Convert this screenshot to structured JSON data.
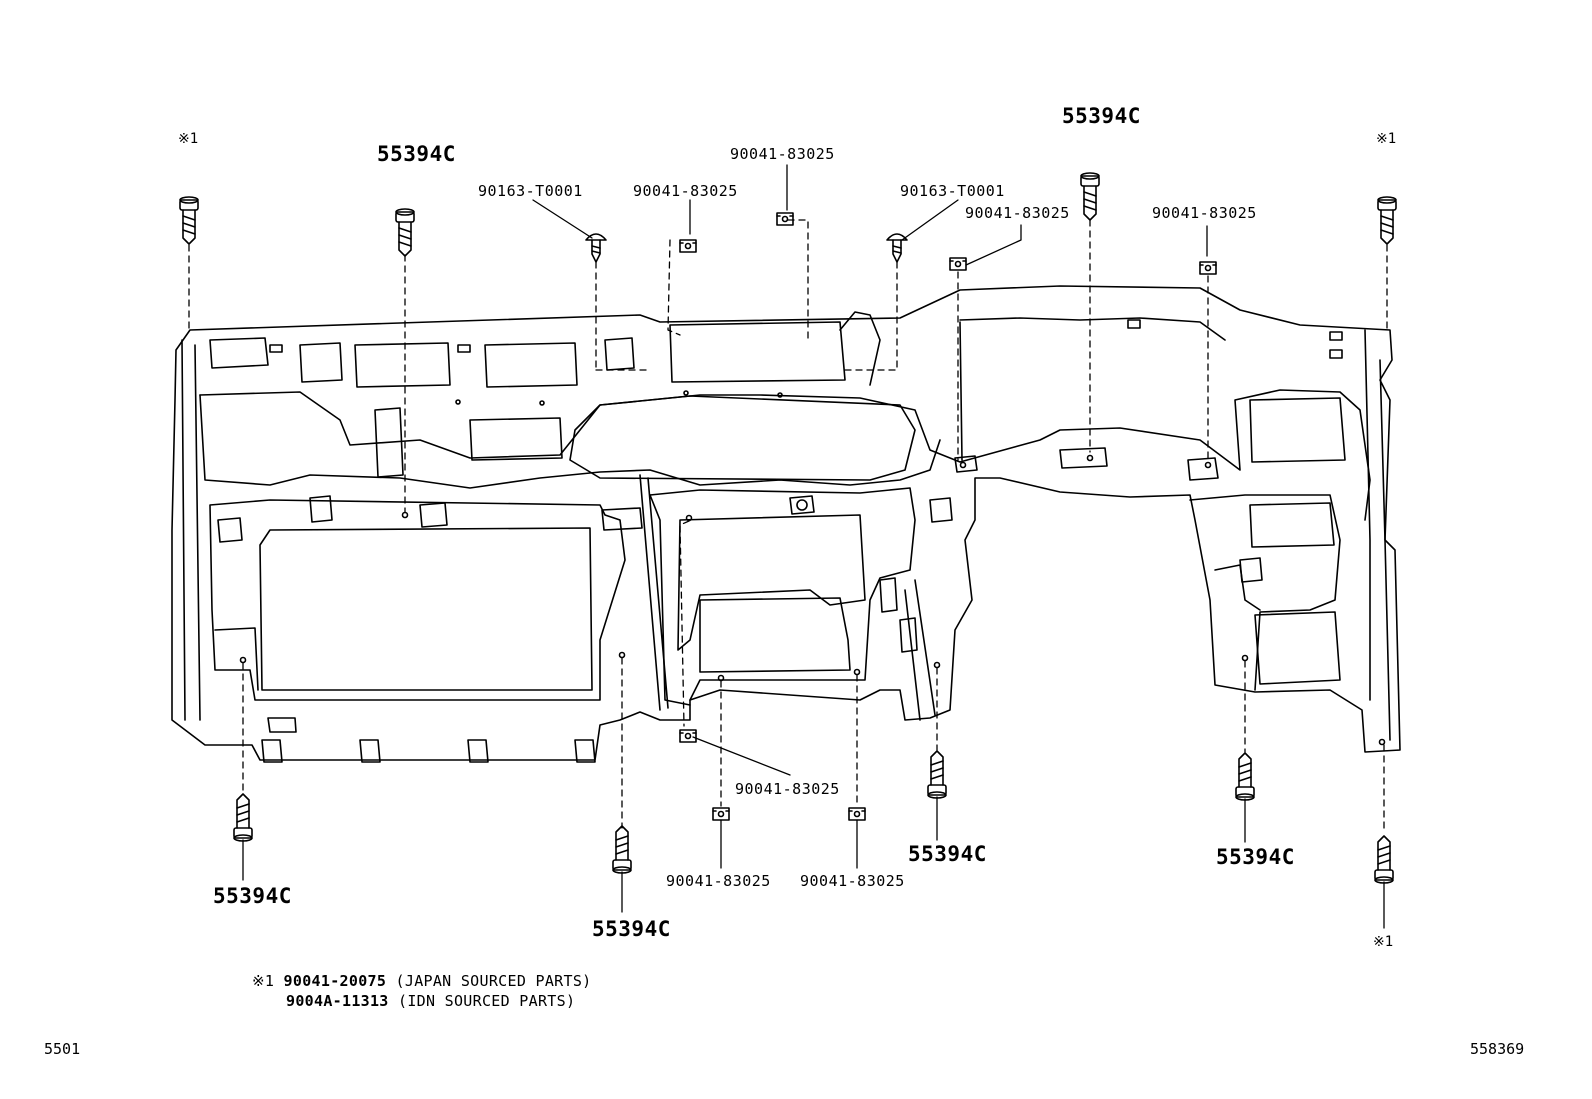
{
  "labels": {
    "clip_55394C": "55394C",
    "nut_90041_83025": "90041-83025",
    "clip_90163_T0001": "90163-T0001",
    "ref_mark_1": "※1"
  },
  "note": {
    "mark": "※1",
    "line1_part": "90041-20075",
    "line1_desc": "(JAPAN SOURCED PARTS)",
    "line2_part": "9004A-11313",
    "line2_desc": "(IDN SOURCED PARTS)"
  },
  "footer": {
    "section_code": "5501",
    "figure_number": "558369"
  }
}
